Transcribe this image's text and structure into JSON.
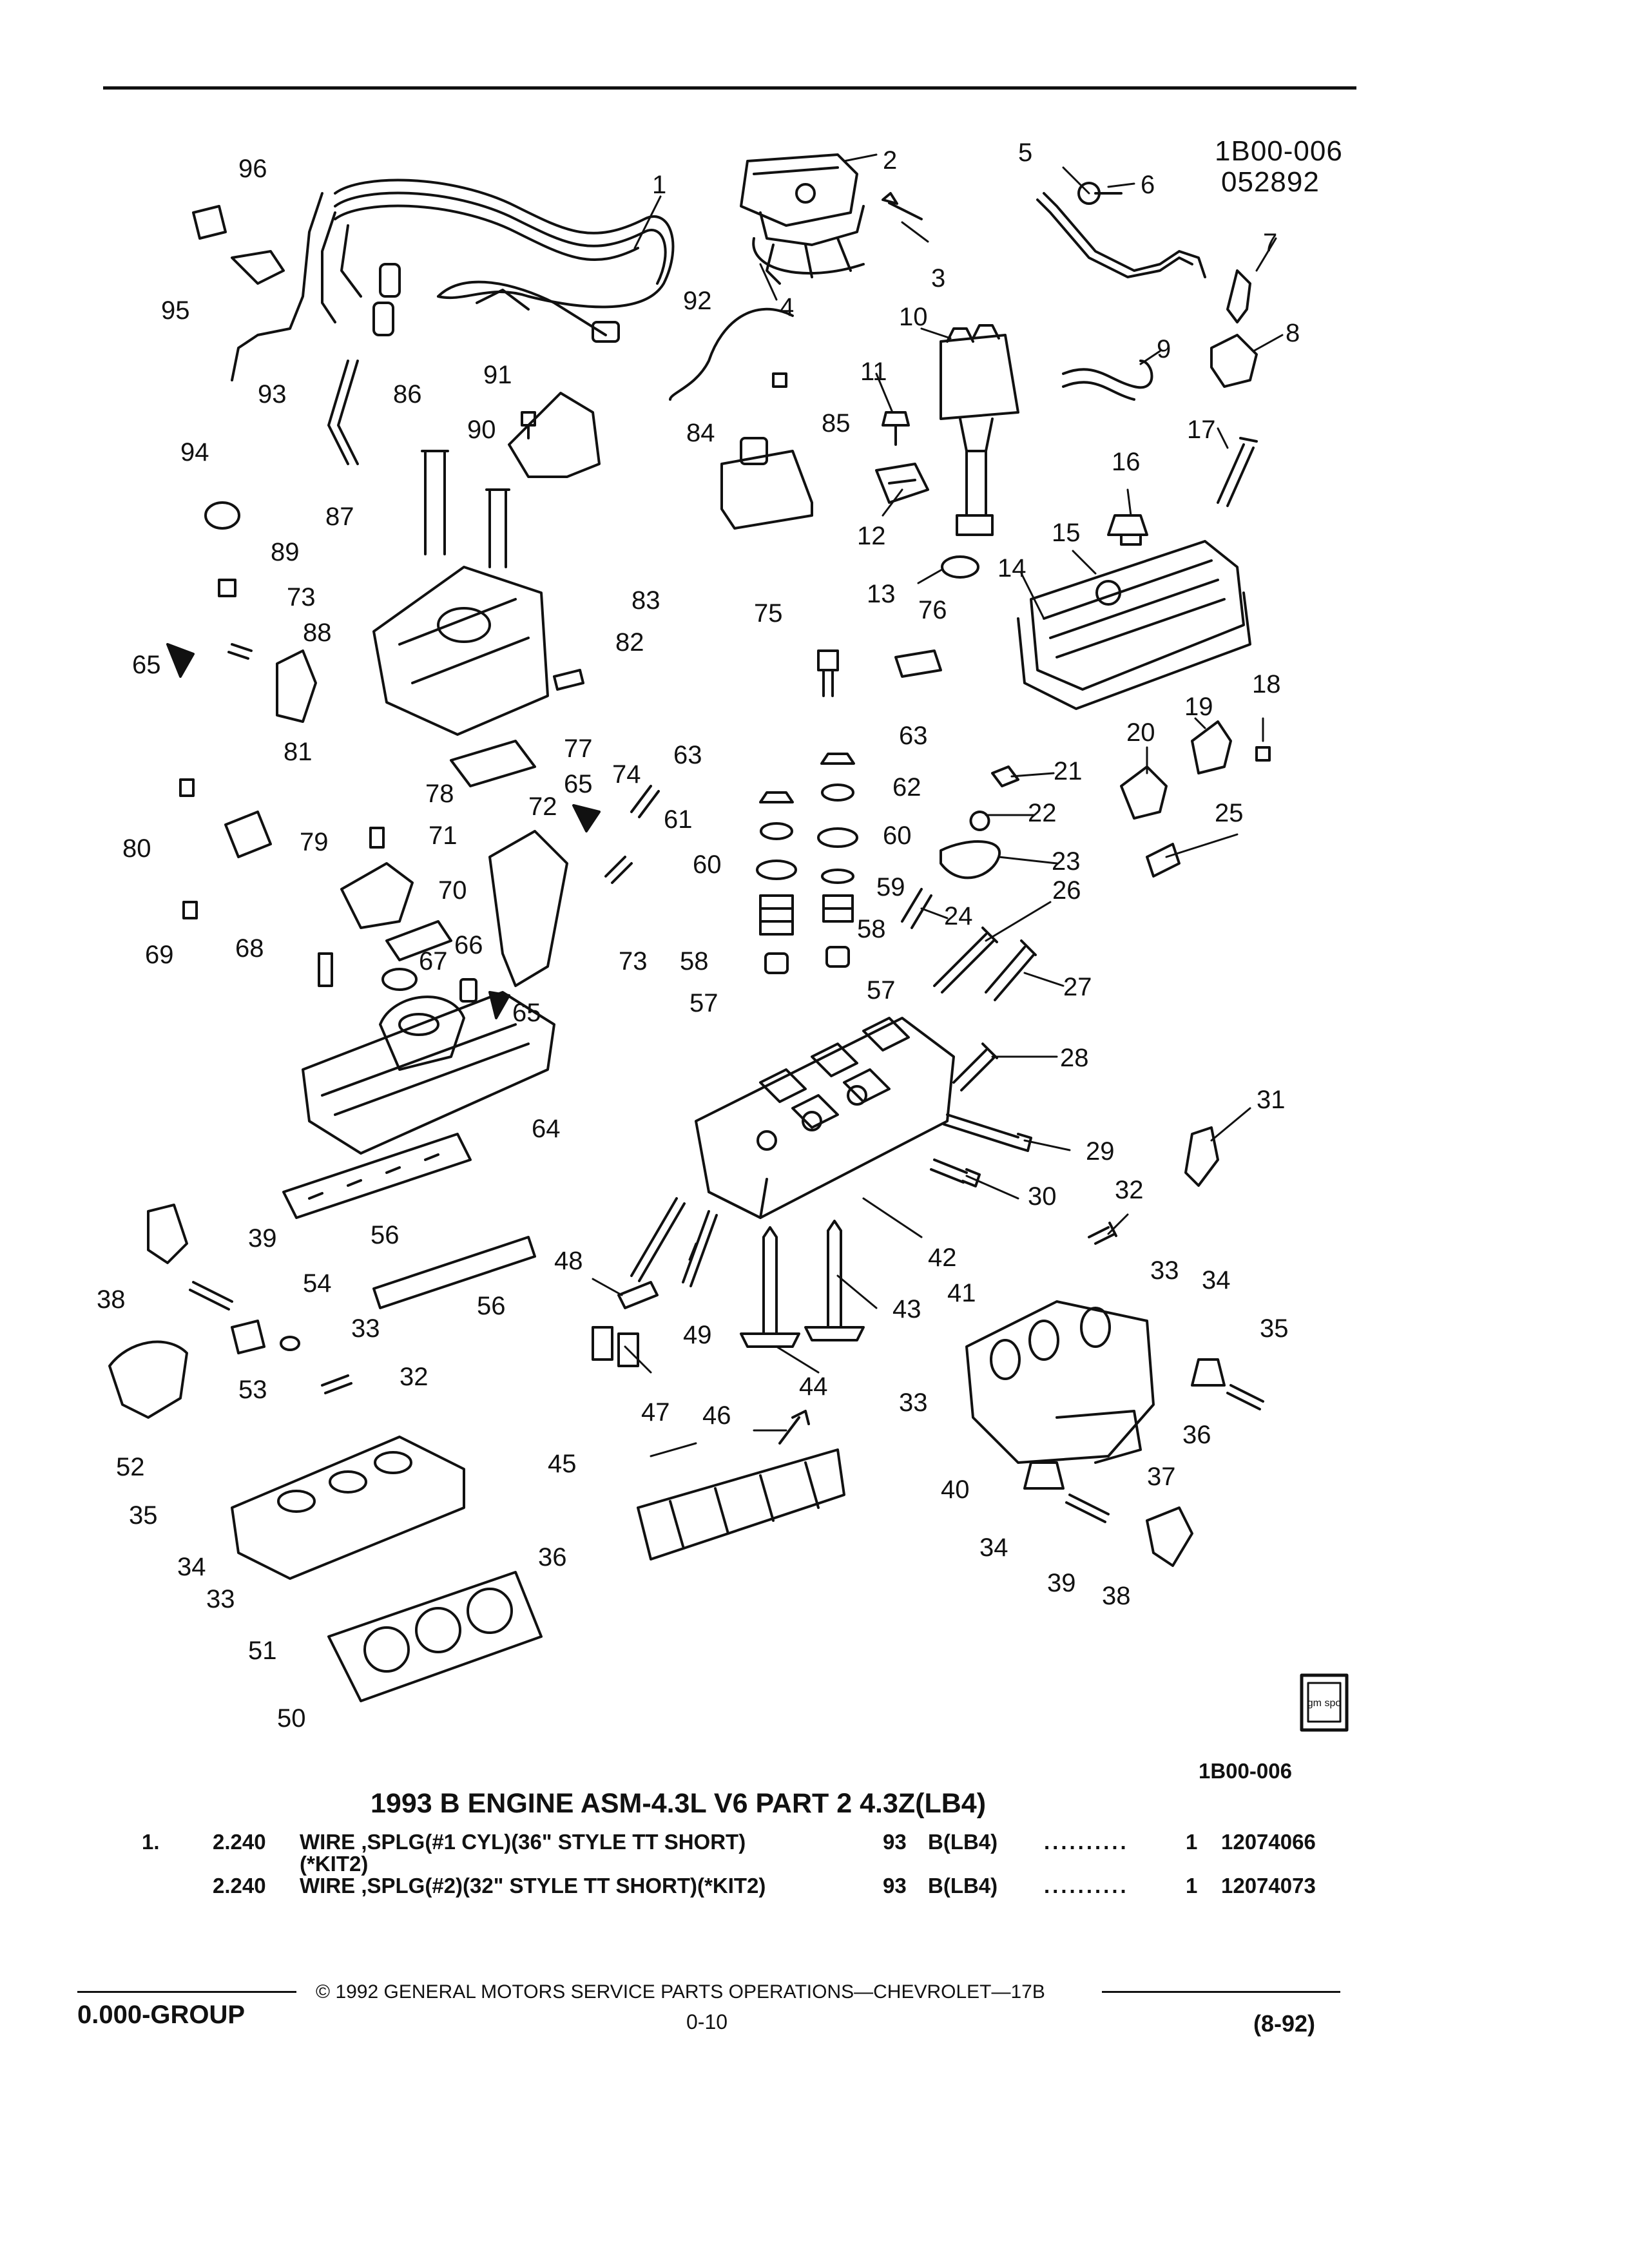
{
  "header": {
    "code_top": "1B00-006",
    "code_date": "052892"
  },
  "diagram": {
    "callouts": [
      {
        "id": "c1",
        "label": "1"
      },
      {
        "id": "c2",
        "label": "2"
      },
      {
        "id": "c3",
        "label": "3"
      },
      {
        "id": "c4",
        "label": "4"
      },
      {
        "id": "c5",
        "label": "5"
      },
      {
        "id": "c6",
        "label": "6"
      },
      {
        "id": "c7",
        "label": "7"
      },
      {
        "id": "c8",
        "label": "8"
      },
      {
        "id": "c9",
        "label": "9"
      },
      {
        "id": "c10",
        "label": "10"
      },
      {
        "id": "c11",
        "label": "11"
      },
      {
        "id": "c12",
        "label": "12"
      },
      {
        "id": "c13",
        "label": "13"
      },
      {
        "id": "c14",
        "label": "14"
      },
      {
        "id": "c15",
        "label": "15"
      },
      {
        "id": "c16",
        "label": "16"
      },
      {
        "id": "c17",
        "label": "17"
      },
      {
        "id": "c18",
        "label": "18"
      },
      {
        "id": "c19",
        "label": "19"
      },
      {
        "id": "c20",
        "label": "20"
      },
      {
        "id": "c21",
        "label": "21"
      },
      {
        "id": "c22",
        "label": "22"
      },
      {
        "id": "c23",
        "label": "23"
      },
      {
        "id": "c24",
        "label": "24"
      },
      {
        "id": "c25",
        "label": "25"
      },
      {
        "id": "c26",
        "label": "26"
      },
      {
        "id": "c27",
        "label": "27"
      },
      {
        "id": "c28",
        "label": "28"
      },
      {
        "id": "c29",
        "label": "29"
      },
      {
        "id": "c30",
        "label": "30"
      },
      {
        "id": "c31",
        "label": "31"
      },
      {
        "id": "c32a",
        "label": "32"
      },
      {
        "id": "c32b",
        "label": "32"
      },
      {
        "id": "c33a",
        "label": "33"
      },
      {
        "id": "c33b",
        "label": "33"
      },
      {
        "id": "c33c",
        "label": "33"
      },
      {
        "id": "c33d",
        "label": "33"
      },
      {
        "id": "c34a",
        "label": "34"
      },
      {
        "id": "c34b",
        "label": "34"
      },
      {
        "id": "c34c",
        "label": "34"
      },
      {
        "id": "c35a",
        "label": "35"
      },
      {
        "id": "c35b",
        "label": "35"
      },
      {
        "id": "c36a",
        "label": "36"
      },
      {
        "id": "c36b",
        "label": "36"
      },
      {
        "id": "c37",
        "label": "37"
      },
      {
        "id": "c38a",
        "label": "38"
      },
      {
        "id": "c38b",
        "label": "38"
      },
      {
        "id": "c39a",
        "label": "39"
      },
      {
        "id": "c39b",
        "label": "39"
      },
      {
        "id": "c40",
        "label": "40"
      },
      {
        "id": "c41",
        "label": "41"
      },
      {
        "id": "c42",
        "label": "42"
      },
      {
        "id": "c43",
        "label": "43"
      },
      {
        "id": "c44",
        "label": "44"
      },
      {
        "id": "c45",
        "label": "45"
      },
      {
        "id": "c46",
        "label": "46"
      },
      {
        "id": "c47",
        "label": "47"
      },
      {
        "id": "c48",
        "label": "48"
      },
      {
        "id": "c49",
        "label": "49"
      },
      {
        "id": "c50",
        "label": "50"
      },
      {
        "id": "c51",
        "label": "51"
      },
      {
        "id": "c52",
        "label": "52"
      },
      {
        "id": "c53",
        "label": "53"
      },
      {
        "id": "c54",
        "label": "54"
      },
      {
        "id": "c56a",
        "label": "56"
      },
      {
        "id": "c56b",
        "label": "56"
      },
      {
        "id": "c57a",
        "label": "57"
      },
      {
        "id": "c57b",
        "label": "57"
      },
      {
        "id": "c58a",
        "label": "58"
      },
      {
        "id": "c58b",
        "label": "58"
      },
      {
        "id": "c59",
        "label": "59"
      },
      {
        "id": "c60a",
        "label": "60"
      },
      {
        "id": "c60b",
        "label": "60"
      },
      {
        "id": "c61",
        "label": "61"
      },
      {
        "id": "c62",
        "label": "62"
      },
      {
        "id": "c63a",
        "label": "63"
      },
      {
        "id": "c63b",
        "label": "63"
      },
      {
        "id": "c64",
        "label": "64"
      },
      {
        "id": "c65a",
        "label": "65"
      },
      {
        "id": "c65b",
        "label": "65"
      },
      {
        "id": "c65c",
        "label": "65"
      },
      {
        "id": "c66",
        "label": "66"
      },
      {
        "id": "c67",
        "label": "67"
      },
      {
        "id": "c68",
        "label": "68"
      },
      {
        "id": "c69",
        "label": "69"
      },
      {
        "id": "c70",
        "label": "70"
      },
      {
        "id": "c71",
        "label": "71"
      },
      {
        "id": "c72",
        "label": "72"
      },
      {
        "id": "c73a",
        "label": "73"
      },
      {
        "id": "c73b",
        "label": "73"
      },
      {
        "id": "c74",
        "label": "74"
      },
      {
        "id": "c75",
        "label": "75"
      },
      {
        "id": "c76",
        "label": "76"
      },
      {
        "id": "c77",
        "label": "77"
      },
      {
        "id": "c78",
        "label": "78"
      },
      {
        "id": "c79",
        "label": "79"
      },
      {
        "id": "c80",
        "label": "80"
      },
      {
        "id": "c81",
        "label": "81"
      },
      {
        "id": "c82",
        "label": "82"
      },
      {
        "id": "c83",
        "label": "83"
      },
      {
        "id": "c84",
        "label": "84"
      },
      {
        "id": "c85",
        "label": "85"
      },
      {
        "id": "c86",
        "label": "86"
      },
      {
        "id": "c87",
        "label": "87"
      },
      {
        "id": "c88",
        "label": "88"
      },
      {
        "id": "c89",
        "label": "89"
      },
      {
        "id": "c90",
        "label": "90"
      },
      {
        "id": "c91",
        "label": "91"
      },
      {
        "id": "c92",
        "label": "92"
      },
      {
        "id": "c93",
        "label": "93"
      },
      {
        "id": "c94",
        "label": "94"
      },
      {
        "id": "c95",
        "label": "95"
      },
      {
        "id": "c96",
        "label": "96"
      }
    ],
    "ref_code": "1B00-006",
    "logo_text": "gm spo"
  },
  "section_title": "1993 B ENGINE ASM-4.3L V6 PART 2 4.3Z(LB4)",
  "parts_list": [
    {
      "item": "1.",
      "num": "2.240",
      "desc": "WIRE ,SPLG(#1 CYL)(36\" STYLE TT SHORT)",
      "yr": "93",
      "code": "B(LB4)",
      "dots": "..........",
      "qty": "1",
      "pn": "12074066",
      "cont": "(*KIT2)"
    },
    {
      "item": "",
      "num": "2.240",
      "desc": "WIRE ,SPLG(#2)(32\" STYLE TT SHORT)(*KIT2)",
      "yr": "93",
      "code": "B(LB4)",
      "dots": "..........",
      "qty": "1",
      "pn": "12074073",
      "cont": ""
    }
  ],
  "footer": {
    "copyright": "© 1992 GENERAL MOTORS SERVICE PARTS OPERATIONS—CHEVROLET—17B",
    "group": "0.000-GROUP",
    "page": "0-10",
    "date": "(8-92)"
  }
}
